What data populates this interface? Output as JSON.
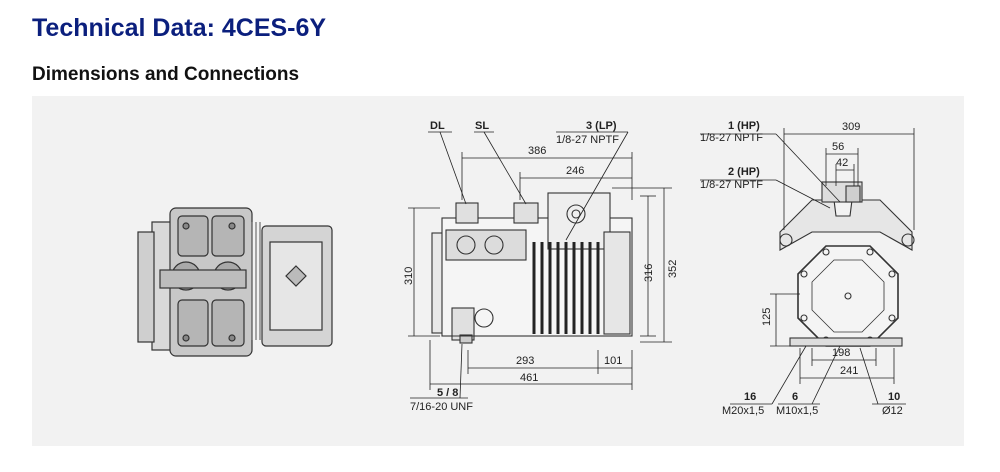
{
  "page": {
    "title": "Technical Data: 4CES-6Y",
    "subtitle": "Dimensions and Connections"
  },
  "callouts": {
    "dl": "DL",
    "sl": "SL",
    "lp_code": "3 (LP)",
    "lp_thread": "1/8-27 NPTF",
    "hp1_code": "1 (HP)",
    "hp1_thread": "1/8-27 NPTF",
    "hp2_code": "2 (HP)",
    "hp2_thread": "1/8-27 NPTF",
    "c58_code": "5 / 8",
    "c58_thread": "7/16-20 UNF",
    "c16_code": "16",
    "c16_thread": "M20x1,5",
    "c6_code": "6",
    "c6_thread": "M10x1,5",
    "c10_code": "10",
    "c10_dia": "Ø12"
  },
  "dimensions": {
    "d386": "386",
    "d246": "246",
    "d310": "310",
    "d316": "316",
    "d352": "352",
    "d293": "293",
    "d101": "101",
    "d461": "461",
    "d309": "309",
    "d56": "56",
    "d42": "42",
    "d125": "125",
    "d198": "198",
    "d241": "241"
  },
  "colors": {
    "title": "#0b1f7d",
    "panel": "#f2f2f2",
    "line": "#222222"
  }
}
